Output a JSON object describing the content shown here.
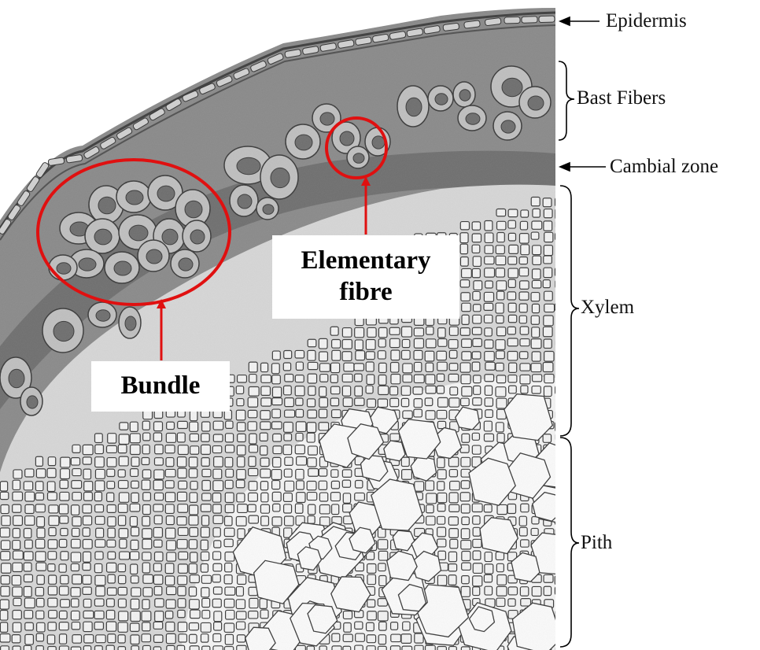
{
  "figure": {
    "side_labels": {
      "epidermis": "Epidermis",
      "bast_fibers": "Bast Fibers",
      "cambial_zone": "Cambial zone",
      "xylem": "Xylem",
      "pith": "Pith"
    },
    "callouts": {
      "bundle": "Bundle",
      "elementary_line1": "Elementary",
      "elementary_line2": "fibre"
    },
    "colors": {
      "highlight": "#e01010",
      "bark": "#6e6e6e",
      "fiber_fill": "#bfbfbf",
      "wood_cells": "#f2f2f2",
      "outline": "#3a3a3a"
    }
  }
}
